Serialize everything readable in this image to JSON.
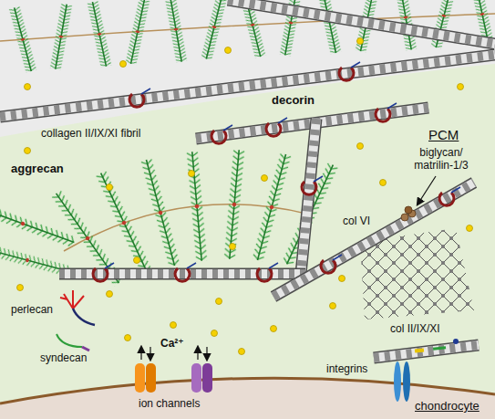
{
  "diagram": {
    "labels": [
      "collagen II/IX/XI fibril",
      "decorin",
      "aggrecan",
      "PCM",
      "biglycan/ matrilin-1/3",
      "col VI",
      "col II/IX/XI",
      "perlecan",
      "syndecan",
      "Ca²⁺",
      "ion channels",
      "integrins",
      "chondrocyte"
    ]
  }
}
